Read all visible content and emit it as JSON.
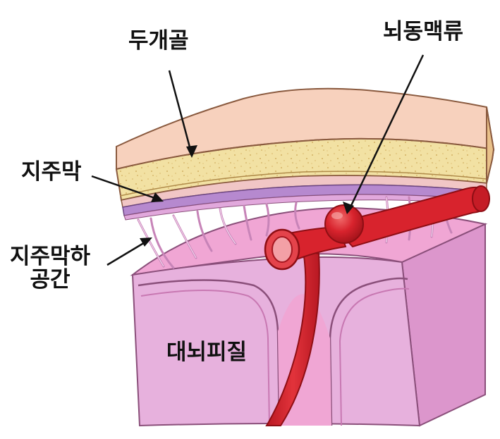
{
  "labels": {
    "skull": "두개골",
    "aneurysm": "뇌동맥류",
    "arachnoid": "지주막",
    "subarachnoid_line1": "지주막하",
    "subarachnoid_line2": "공간",
    "cortex": "대뇌피질"
  },
  "colors": {
    "skull_top": "#f7d1bd",
    "bone": "#f2e1a3",
    "arachnoid": "#b689cf",
    "brain": "#e6a6d4",
    "vessel": "#d8232d"
  }
}
